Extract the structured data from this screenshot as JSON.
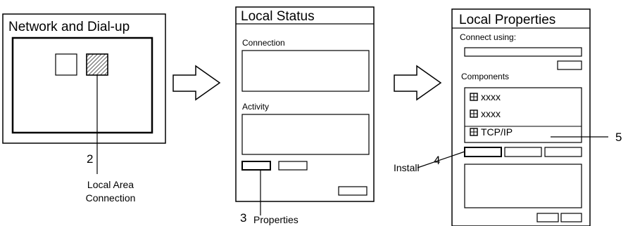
{
  "panel1": {
    "title": "Network and Dial-up",
    "callout_number": "2",
    "caption_line1": "Local Area",
    "caption_line2": "Connection"
  },
  "panel2": {
    "title": "Local Status",
    "connection_label": "Connection",
    "activity_label": "Activity",
    "callout_number": "3",
    "callout_label": "Properties"
  },
  "panel3": {
    "title": "Local Properties",
    "connect_using_label": "Connect using:",
    "components_label": "Components",
    "components": [
      "xxxx",
      "xxxx",
      "TCP/IP"
    ],
    "install_label": "Install",
    "callout_install_number": "4",
    "callout_tcp_number": "5"
  },
  "icons": {
    "arrow": "right-arrow-icon",
    "component": "grid-icon",
    "connection_selected": "hatched-connection-icon"
  }
}
